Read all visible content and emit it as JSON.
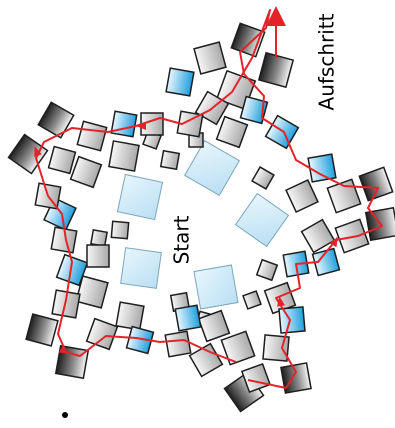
{
  "labels": {
    "start": "Start",
    "end": "Aufschritt"
  },
  "colors": {
    "path": "#e3232a",
    "center_tile_fill": "#cfe9f7",
    "center_tile_stroke": "#6a8fa6",
    "blue_tile": "#29a8df",
    "dark_tile": "#3a3a3a",
    "gray_tile": "#c8c8c8",
    "tile_stroke": "#222222"
  },
  "diagram": {
    "type": "star-shaped tile spiral with winding path",
    "points": 5,
    "path_direction": "from lower-right star point winding counter-clockwise around the star to the upper-right exit arrow"
  }
}
